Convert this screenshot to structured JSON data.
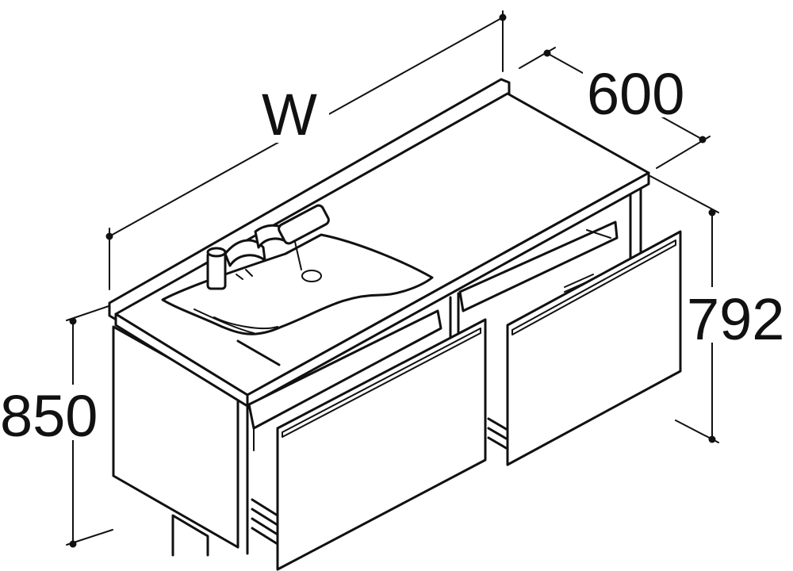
{
  "dimensions": {
    "width_label": "W",
    "depth_label": "600",
    "right_height_label": "792",
    "left_height_label": "850"
  },
  "colors": {
    "line": "#111111",
    "background": "#ffffff"
  }
}
